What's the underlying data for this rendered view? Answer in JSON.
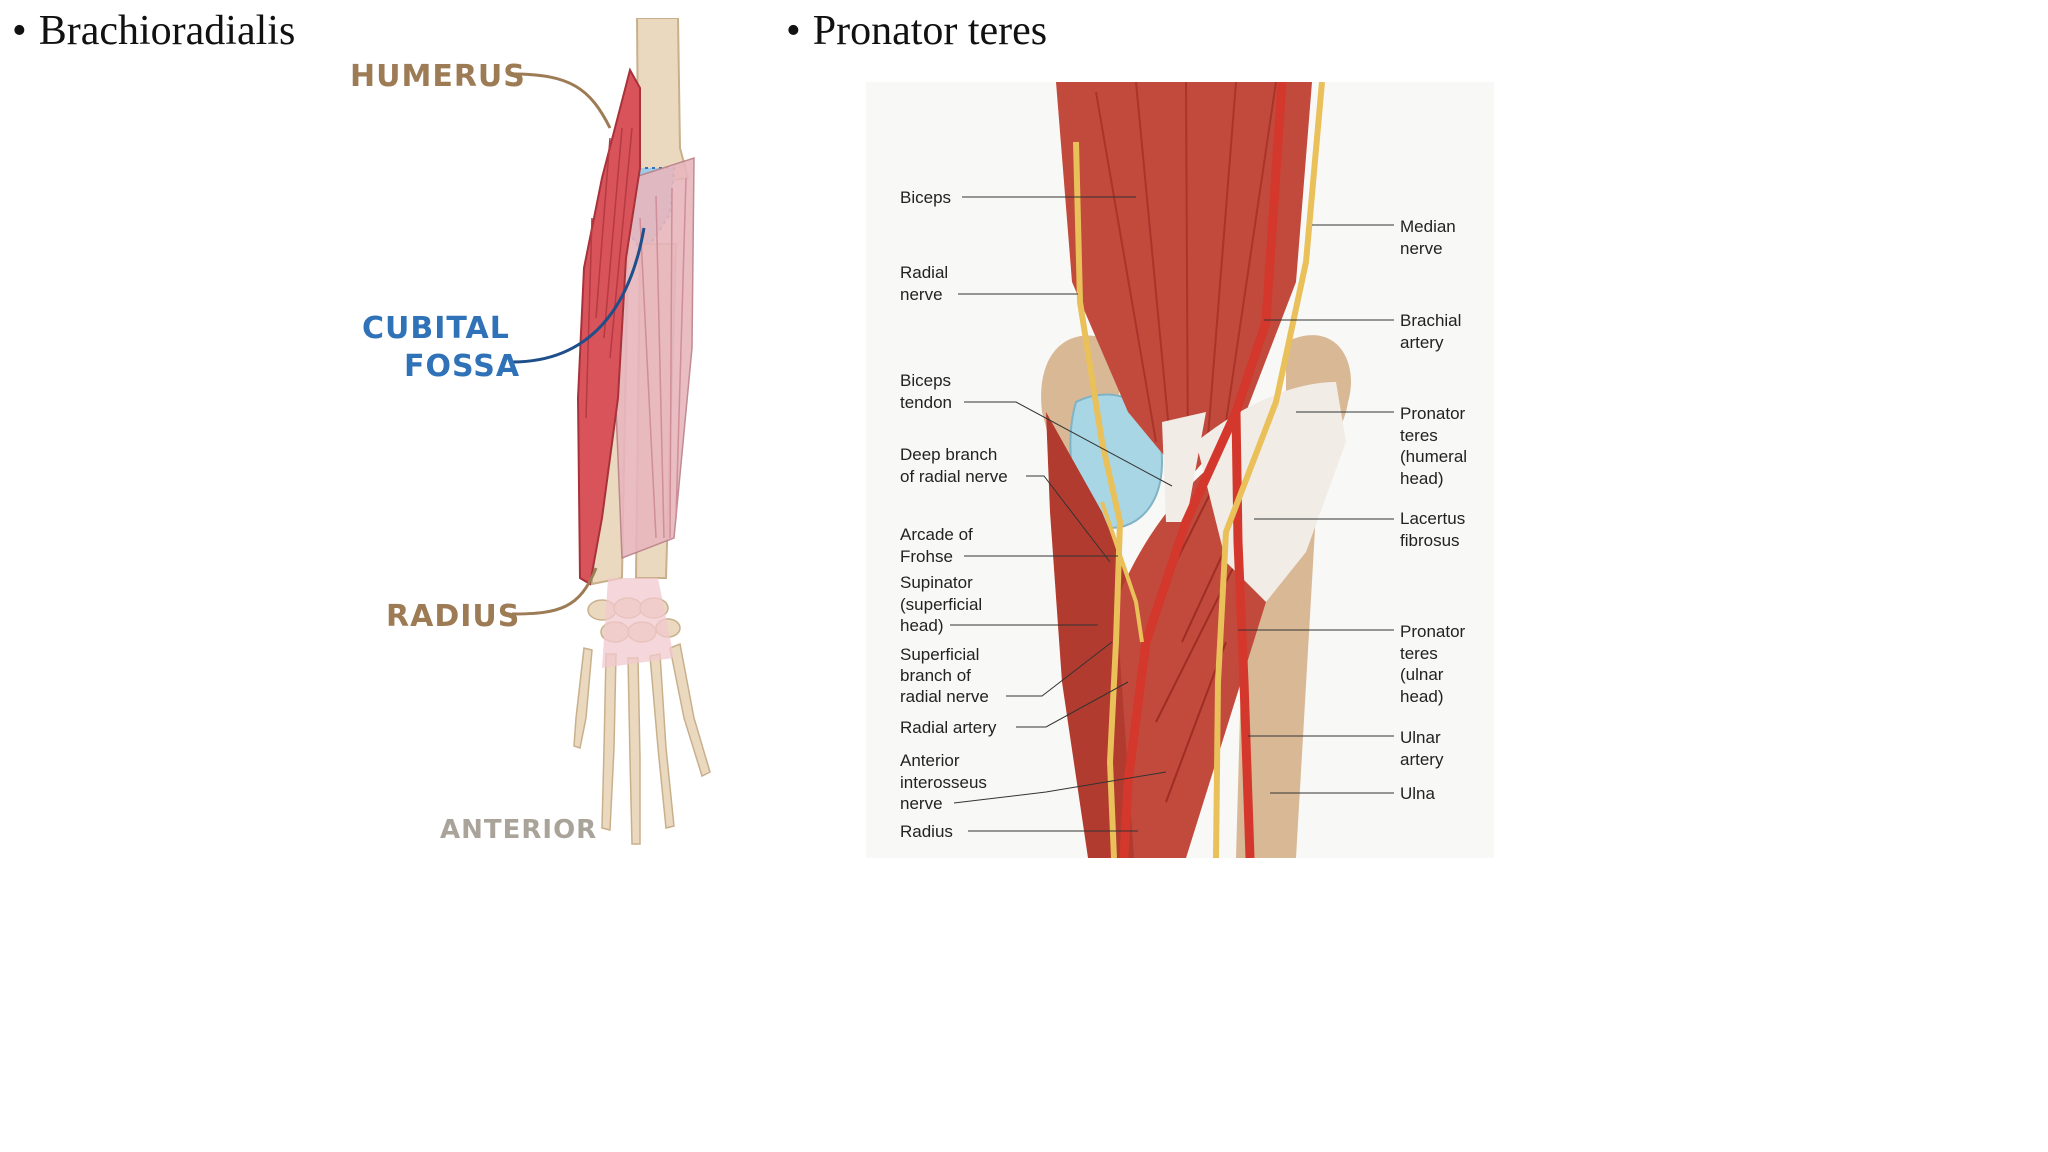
{
  "bullets": [
    {
      "glyph": "•",
      "text": "Brachioradialis"
    },
    {
      "glyph": "•",
      "text": "Pronator teres"
    }
  ],
  "left_figure": {
    "labels": {
      "humerus": "HUMERUS",
      "cubital_1": "CUBITAL",
      "cubital_2": "FOSSA",
      "radius": "RADIUS",
      "view": "ANTERIOR"
    },
    "colors": {
      "bone": "#ead8bf",
      "bone_outline": "#c9b08c",
      "muscle": "#d9535a",
      "flexors": "#e8b6bd",
      "fossa": "#9fcbe6",
      "label_brown": "#9c7b55",
      "label_blue": "#2f72b8",
      "label_grey": "#a9a39a"
    }
  },
  "right_figure": {
    "labels": {
      "biceps": "Biceps",
      "radial_nerve_1": "Radial",
      "radial_nerve_2": "nerve",
      "biceps_tendon_1": "Biceps",
      "biceps_tendon_2": "tendon",
      "deep_branch_1": "Deep branch",
      "deep_branch_2": "of radial nerve",
      "arcade_1": "Arcade of",
      "arcade_2": "Frohse",
      "supinator_1": "Supinator",
      "supinator_2": "(superficial",
      "supinator_3": "head)",
      "superficial_branch_1": "Superficial",
      "superficial_branch_2": "branch of",
      "superficial_branch_3": "radial nerve",
      "radial_artery": "Radial artery",
      "anterior_interosseus_1": "Anterior",
      "anterior_interosseus_2": "interosseus",
      "anterior_interosseus_3": "nerve",
      "radius": "Radius",
      "median_nerve_1": "Median",
      "median_nerve_2": "nerve",
      "brachial_artery_1": "Brachial",
      "brachial_artery_2": "artery",
      "pronator_humeral_1": "Pronator",
      "pronator_humeral_2": "teres",
      "pronator_humeral_3": "(humeral",
      "pronator_humeral_4": "head)",
      "lacertus_1": "Lacertus",
      "lacertus_2": "fibrosus",
      "pronator_ulnar_1": "Pronator",
      "pronator_ulnar_2": "teres",
      "pronator_ulnar_3": "(ulnar",
      "pronator_ulnar_4": "head)",
      "ulnar_artery_1": "Ulnar",
      "ulnar_artery_2": "artery",
      "ulna": "Ulna"
    },
    "colors": {
      "muscle_dark": "#9e2b22",
      "muscle": "#c24a3c",
      "tendon": "#f1ece6",
      "nerve": "#e9c05a",
      "artery": "#d4372b",
      "cartilage": "#a9d6e4",
      "bone": "#d9b896"
    }
  }
}
